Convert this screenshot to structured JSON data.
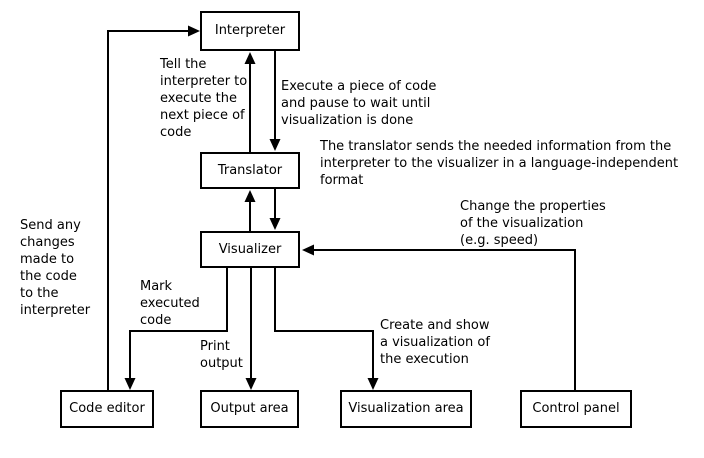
{
  "diagram": {
    "colors": {
      "background": "#ffffff",
      "line": "#000000",
      "text": "#000000"
    },
    "nodes": {
      "interpreter": "Interpreter",
      "translator": "Translator",
      "visualizer": "Visualizer",
      "code_editor": "Code editor",
      "output_area": "Output area",
      "visualization_area": "Visualization area",
      "control_panel": "Control panel"
    },
    "labels": {
      "tell_interpreter": "Tell the\ninterpreter to\nexecute the\nnext piece of\ncode",
      "execute_pause": "Execute a piece of code\nand pause to wait until\nvisualization is done",
      "translator_sends": "The translator sends the needed information from the\ninterpreter to the visualizer in a language-independent\nformat",
      "change_properties": "Change the properties\nof the visualization\n(e.g. speed)",
      "send_changes": "Send any\nchanges\nmade to\nthe code\nto the\ninterpreter",
      "mark_executed": "Mark\nexecuted\ncode",
      "print_output": "Print\noutput",
      "create_show": "Create and show\na visualization of\nthe execution"
    }
  }
}
